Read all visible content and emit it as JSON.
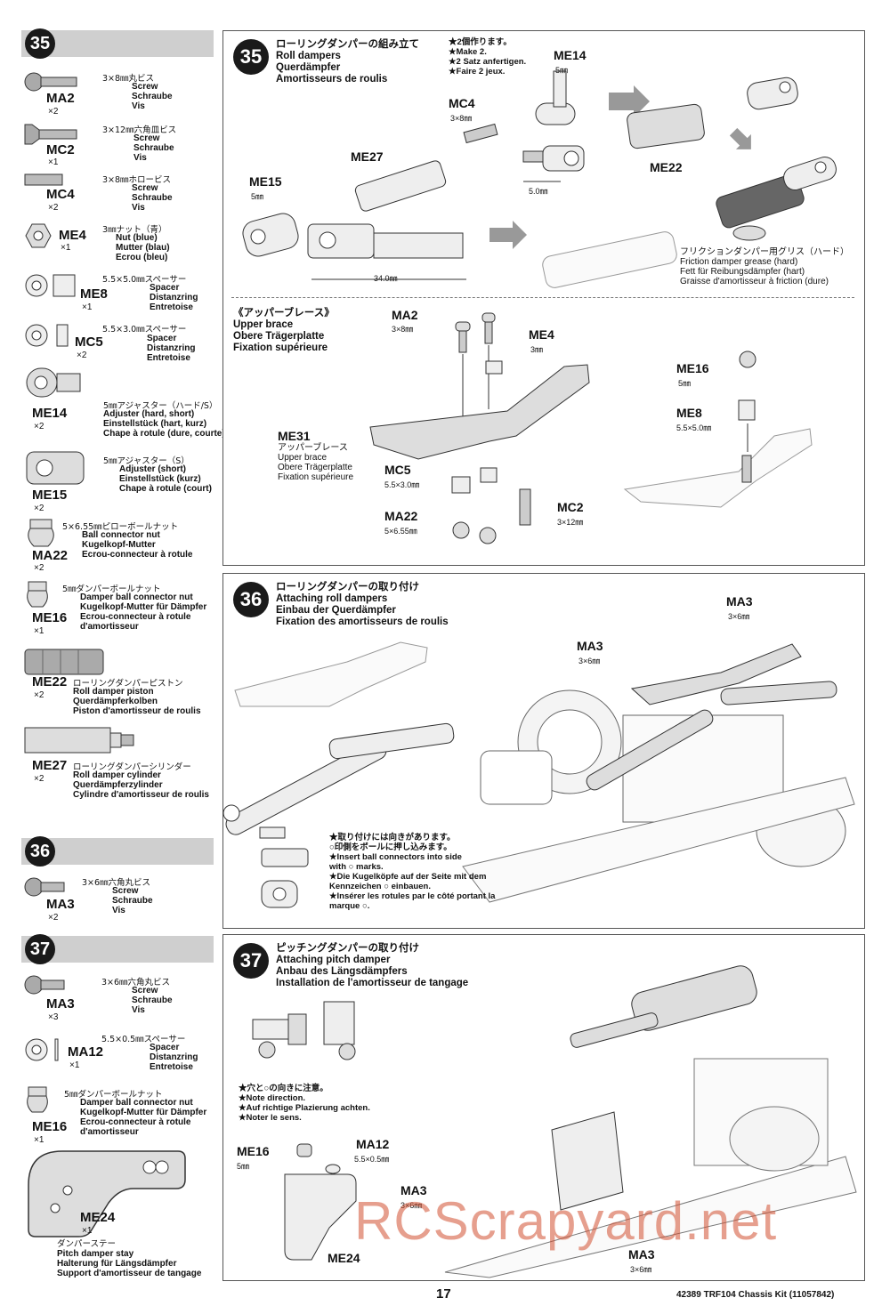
{
  "sidebar": {
    "step35": {
      "num": "35",
      "parts": [
        {
          "code": "MA2",
          "qty": "×2",
          "jp": "3×8㎜丸ビス",
          "desc": [
            "Screw",
            "Schraube",
            "Vis"
          ]
        },
        {
          "code": "MC2",
          "qty": "×1",
          "jp": "3×12㎜六角皿ビス",
          "desc": [
            "Screw",
            "Schraube",
            "Vis"
          ]
        },
        {
          "code": "MC4",
          "qty": "×2",
          "jp": "3×8㎜ホロービス",
          "desc": [
            "Screw",
            "Schraube",
            "Vis"
          ]
        },
        {
          "code": "ME4",
          "qty": "×1",
          "jp": "3㎜ナット（青）",
          "desc": [
            "Nut (blue)",
            "Mutter (blau)",
            "Ecrou (bleu)"
          ]
        },
        {
          "code": "ME8",
          "qty": "×1",
          "jp": "5.5×5.0㎜スペーサー",
          "desc": [
            "Spacer",
            "Distanzring",
            "Entretoise"
          ]
        },
        {
          "code": "MC5",
          "qty": "×2",
          "jp": "5.5×3.0㎜スペーサー",
          "desc": [
            "Spacer",
            "Distanzring",
            "Entretoise"
          ]
        },
        {
          "code": "ME14",
          "qty": "×2",
          "jp": "5㎜アジャスター（ハード/S）",
          "desc": [
            "Adjuster (hard, short)",
            "Einstellstück (hart, kurz)",
            "Chape à rotule (dure, courte)"
          ]
        },
        {
          "code": "ME15",
          "qty": "×2",
          "jp": "5㎜アジャスター（S）",
          "desc": [
            "Adjuster (short)",
            "Einstellstück (kurz)",
            "Chape à rotule (court)"
          ]
        },
        {
          "code": "MA22",
          "qty": "×2",
          "jp": "5×6.55㎜ピローボールナット",
          "desc": [
            "Ball connector nut",
            "Kugelkopf-Mutter",
            "Ecrou-connecteur à rotule"
          ]
        },
        {
          "code": "ME16",
          "qty": "×1",
          "jp": "5㎜ダンパーボールナット",
          "desc": [
            "Damper ball connector nut",
            "Kugelkopf-Mutter für Dämpfer",
            "Ecrou-connecteur à rotule",
            "d'amortisseur"
          ]
        },
        {
          "code": "ME22",
          "qty": "×2",
          "jp": "ローリングダンパーピストン",
          "desc": [
            "Roll damper piston",
            "Querdämpferkolben",
            "Piston d'amortisseur de roulis"
          ]
        },
        {
          "code": "ME27",
          "qty": "×2",
          "jp": "ローリングダンパーシリンダー",
          "desc": [
            "Roll damper cylinder",
            "Querdämpferzylinder",
            "Cylindre d'amortisseur de roulis"
          ]
        }
      ]
    },
    "step36": {
      "num": "36",
      "parts": [
        {
          "code": "MA3",
          "qty": "×2",
          "jp": "3×6㎜六角丸ビス",
          "desc": [
            "Screw",
            "Schraube",
            "Vis"
          ]
        }
      ]
    },
    "step37": {
      "num": "37",
      "parts": [
        {
          "code": "MA3",
          "qty": "×3",
          "jp": "3×6㎜六角丸ビス",
          "desc": [
            "Screw",
            "Schraube",
            "Vis"
          ]
        },
        {
          "code": "MA12",
          "qty": "×1",
          "jp": "5.5×0.5㎜スペーサー",
          "desc": [
            "Spacer",
            "Distanzring",
            "Entretoise"
          ]
        },
        {
          "code": "ME16",
          "qty": "×1",
          "jp": "5㎜ダンパーボールナット",
          "desc": [
            "Damper ball connector nut",
            "Kugelkopf-Mutter für Dämpfer",
            "Ecrou-connecteur à rotule",
            "d'amortisseur"
          ]
        },
        {
          "code": "ME24",
          "qty": "×1",
          "jp": "ダンパーステー",
          "desc": [
            "Pitch damper stay",
            "Halterung für Längsdämpfer",
            "Support d'amortisseur de tangage"
          ]
        }
      ]
    }
  },
  "panel35": {
    "num": "35",
    "title": [
      "ローリングダンパーの組み立て",
      "Roll dampers",
      "Querdämpfer",
      "Amortisseurs de roulis"
    ],
    "make": [
      "★2個作ります。",
      "★Make 2.",
      "★2 Satz anfertigen.",
      "★Faire 2 jeux."
    ],
    "labels": {
      "me14": "ME14",
      "me14_sub": "5㎜",
      "mc4": "MC4",
      "mc4_sub": "3×8㎜",
      "me22": "ME22",
      "me27": "ME27",
      "me15": "ME15",
      "me15_sub": "5㎜",
      "dim50": "5.0㎜",
      "dim340": "34.0㎜"
    },
    "grease": [
      "フリクションダンパー用グリス（ハード）",
      "Friction damper grease (hard)",
      "Fett für Reibungsdämpfer (hart)",
      "Graisse d'amortisseur à friction (dure)"
    ],
    "brace_title": [
      "《アッパーブレース》",
      "Upper brace",
      "Obere Trägerplatte",
      "Fixation supérieure"
    ],
    "brace_labels": {
      "ma2": "MA2",
      "ma2_sub": "3×8㎜",
      "me4": "ME4",
      "me4_sub": "3㎜",
      "me31": "ME31",
      "me31_desc": [
        "アッパーブレース",
        "Upper brace",
        "Obere Trägerplatte",
        "Fixation supérieure"
      ],
      "mc5": "MC5",
      "mc5_sub": "5.5×3.0㎜",
      "ma22": "MA22",
      "ma22_sub": "5×6.55㎜",
      "mc2": "MC2",
      "mc2_sub": "3×12㎜",
      "me16": "ME16",
      "me16_sub": "5㎜",
      "me8": "ME8",
      "me8_sub": "5.5×5.0㎜"
    }
  },
  "panel36": {
    "num": "36",
    "title": [
      "ローリングダンパーの取り付け",
      "Attaching roll dampers",
      "Einbau der Querdämpfer",
      "Fixation des amortisseurs de roulis"
    ],
    "labels": {
      "ma3a": "MA3",
      "ma3a_sub": "3×6㎜",
      "ma3b": "MA3",
      "ma3b_sub": "3×6㎜"
    },
    "note": [
      "★取り付けには向きがあります。",
      "○印側をボールに押し込みます。",
      "★Insert ball connectors into side",
      "with ○ marks.",
      "★Die Kugelköpfe auf der Seite mit dem",
      "Kennzeichen ○ einbauen.",
      "★Insérer les rotules par le côté portant la",
      "marque ○."
    ]
  },
  "panel37": {
    "num": "37",
    "title": [
      "ピッチングダンパーの取り付け",
      "Attaching pitch damper",
      "Anbau des Längsdämpfers",
      "Installation de l'amortisseur de tangage"
    ],
    "note": [
      "★穴と○の向きに注意。",
      "★Note direction.",
      "★Auf richtige Plazierung achten.",
      "★Noter le sens."
    ],
    "labels": {
      "me16": "ME16",
      "me16_sub": "5㎜",
      "ma12": "MA12",
      "ma12_sub": "5.5×0.5㎜",
      "ma3a": "MA3",
      "ma3a_sub": "3×6㎜",
      "ma3b": "MA3",
      "ma3b_sub": "3×6㎜",
      "me24": "ME24"
    }
  },
  "footer": {
    "page": "17",
    "kit": "42389  TRF104 Chassis Kit (11057842)"
  },
  "watermark": "RCScrapyard.net"
}
